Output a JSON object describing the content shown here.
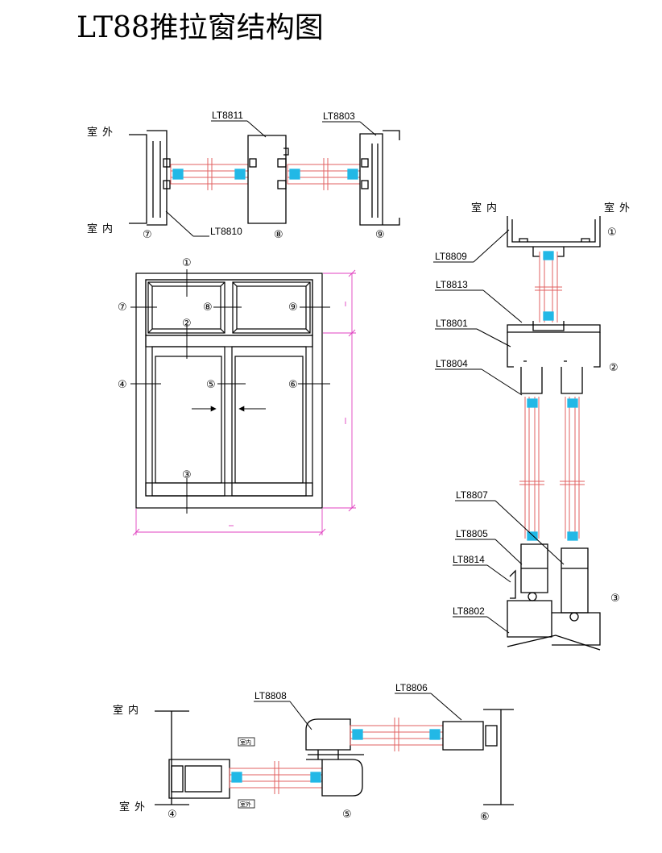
{
  "title": "LT88推拉窗结构图",
  "labels": {
    "outdoor": "室外",
    "indoor": "室内",
    "indoor_small": "室内",
    "outdoor_small": "室外"
  },
  "parts": {
    "p8811": "LT8811",
    "p8803": "LT8803",
    "p8810": "LT8810",
    "p8809": "LT8809",
    "p8813": "LT8813",
    "p8801": "LT8801",
    "p8804": "LT8804",
    "p8807": "LT8807",
    "p8805": "LT8805",
    "p8814": "LT8814",
    "p8802": "LT8802",
    "p8808": "LT8808",
    "p8806": "LT8806"
  },
  "section_numbers": {
    "n1": "①",
    "n2": "②",
    "n3": "③",
    "n4": "④",
    "n5": "⑤",
    "n6": "⑥",
    "n7": "⑦",
    "n8": "⑧",
    "n9": "⑨"
  },
  "colors": {
    "line": "#000000",
    "glass": "#e06060",
    "seal": "#22b8e6",
    "dimension": "#e040c0"
  }
}
